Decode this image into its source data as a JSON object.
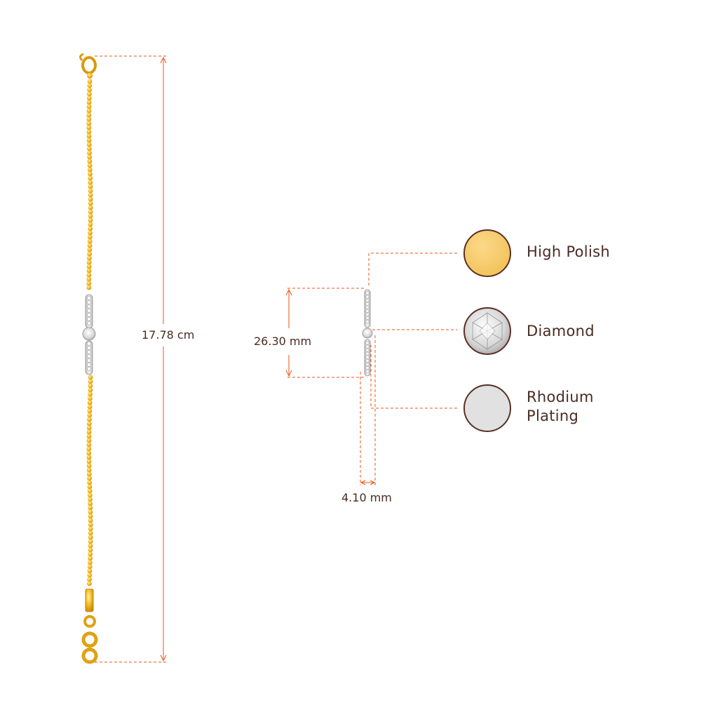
{
  "dimensions": {
    "bracelet_length": "17.78 cm",
    "pendant_height": "26.30 mm",
    "pendant_width": "4.10 mm"
  },
  "legend": [
    {
      "id": "high-polish",
      "label": "High Polish",
      "swatch_color": "#f6cb6a"
    },
    {
      "id": "diamond",
      "label": "Diamond",
      "swatch_color": "#e9e9e9"
    },
    {
      "id": "rhodium-plating",
      "label": "Rhodium Plating",
      "swatch_color": "#e1e1e1"
    }
  ],
  "colors": {
    "dimension_line": "#e8541a",
    "swatch_border": "#5a3024",
    "text": "#4a2b22",
    "gold": "#f2b21b",
    "gold_dark": "#c98a06"
  }
}
